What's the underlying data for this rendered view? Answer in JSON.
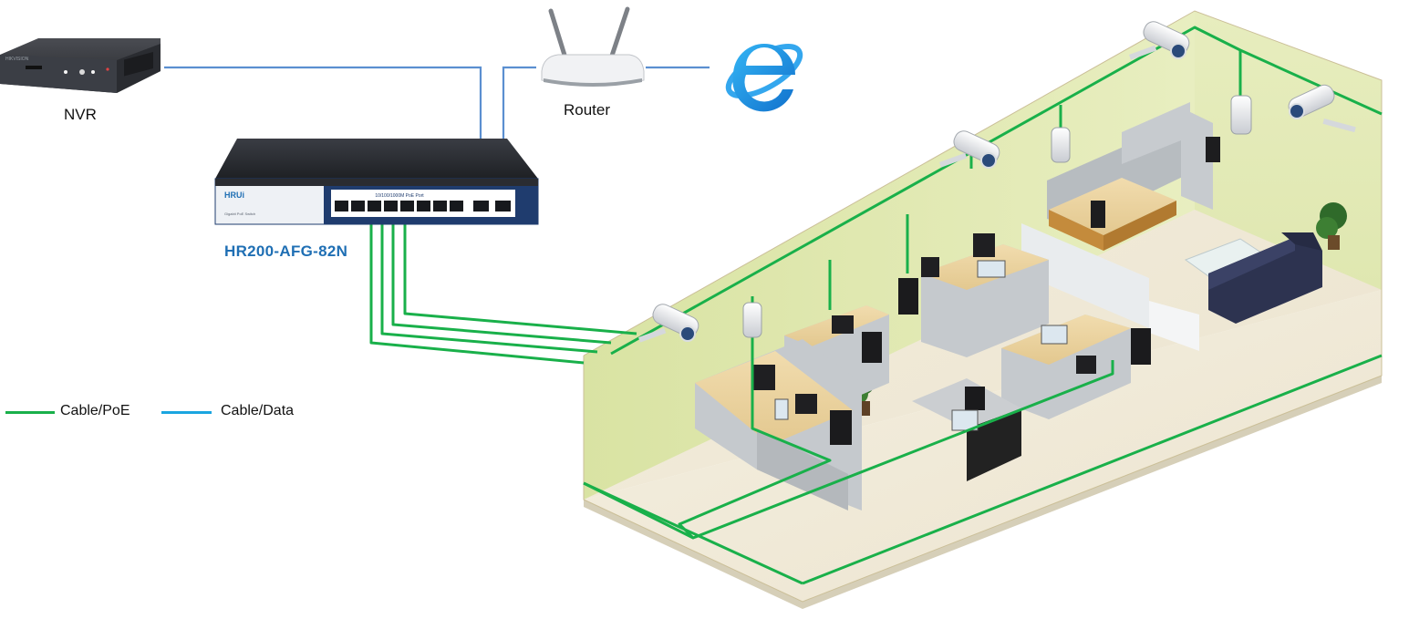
{
  "devices": {
    "nvr_label": "NVR",
    "router_label": "Router",
    "switch_model": "HR200-AFG-82N",
    "switch_brand": "HRUi",
    "switch_subtitle": "Gigabit PoE Switch",
    "switch_port_header": "10/100/1000M PoE Port",
    "nvr_brand": "HIKVISION"
  },
  "legend": {
    "poe_label": "Cable/PoE",
    "data_label": "Cable/Data"
  },
  "colors": {
    "poe_cable": "#19b04a",
    "data_cable": "#5b8fd0",
    "legend_data": "#1aa5e0",
    "wall": "#e3eab4",
    "floor": "#f2ecdc",
    "switch_face": "#1f3c6e",
    "model_text": "#1f6fb4",
    "ie_icon": "#1a8fe3"
  },
  "icons": {
    "internet": "internet-explorer-icon",
    "camera": "dome-bullet-camera-icon",
    "access_point": "wireless-access-point-icon"
  }
}
